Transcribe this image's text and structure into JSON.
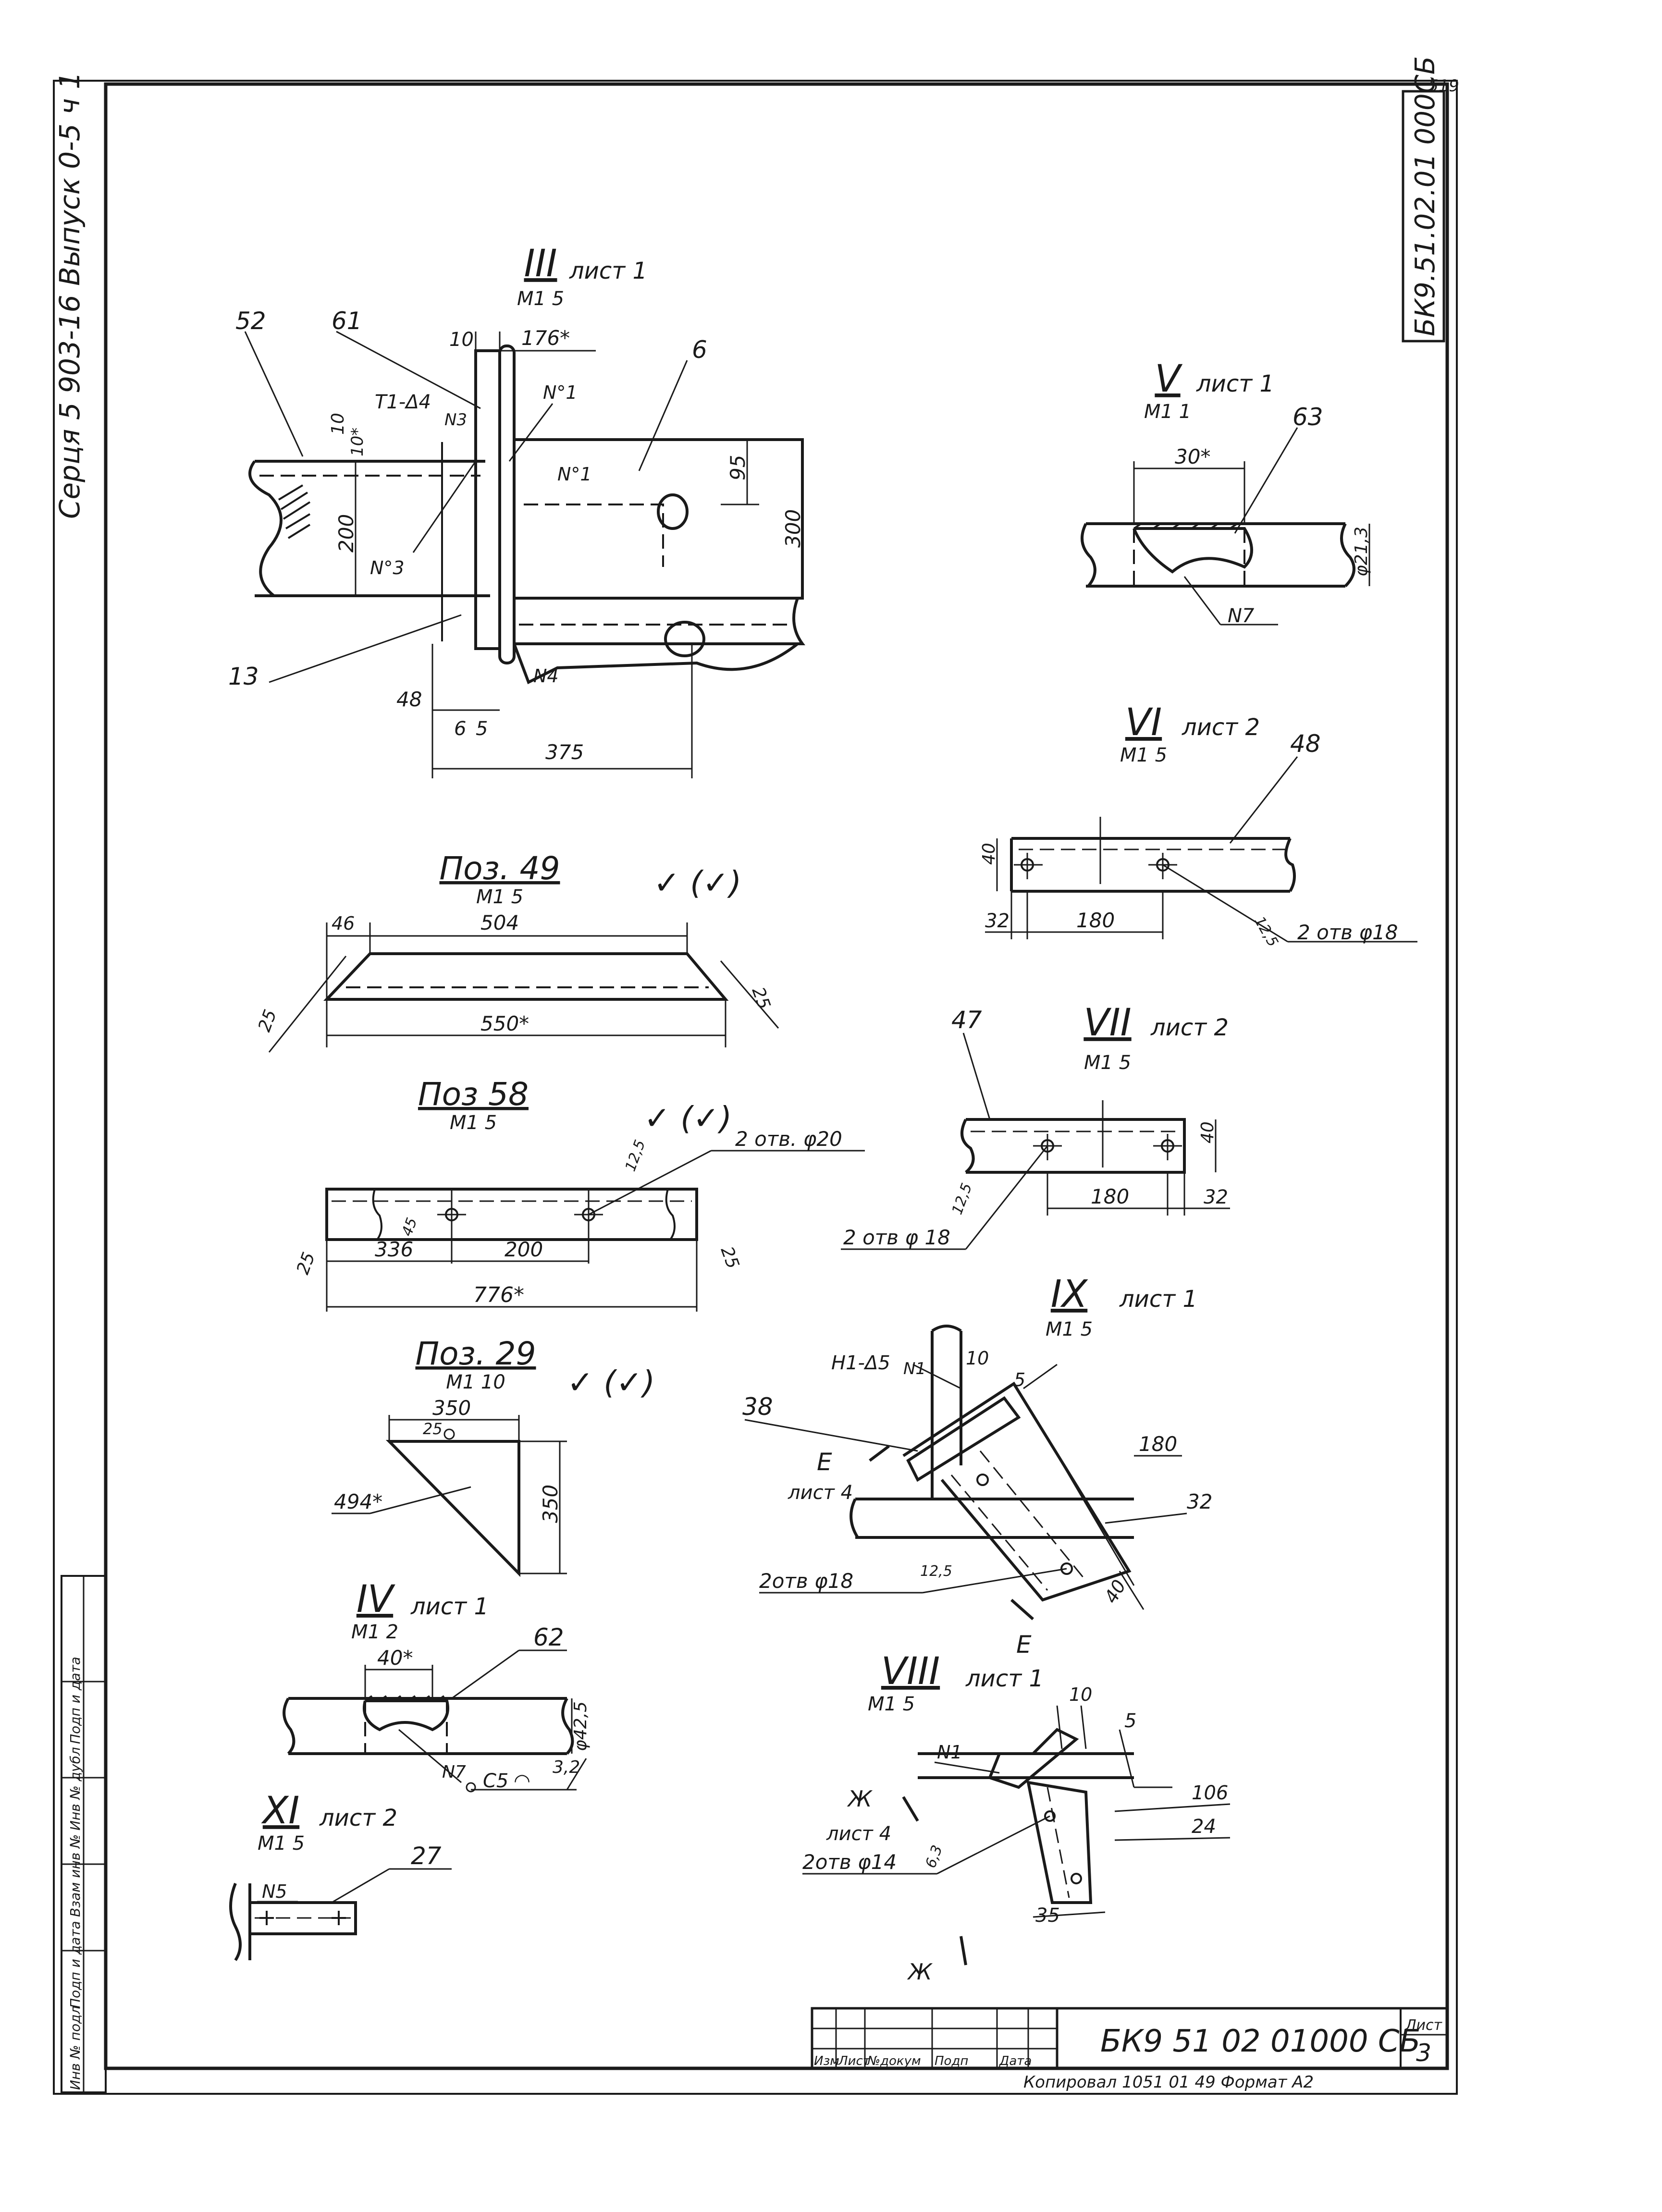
{
  "sheet": {
    "series_margin": "Серця 5 903-16   Выпуск 0-5 ч 1",
    "doc_code_vertical": "БК9.51.02.01 000СБ",
    "sheet_label": "Лист",
    "sheet_number": "3",
    "top_right_mark": "519",
    "title_code": "БК9 51 02 01000 СБ",
    "title_headers": [
      "Изм",
      "Лист",
      "№докум",
      "Подп",
      "Дата"
    ],
    "footer_line": "Копировал   1051 01  49   Формат А2",
    "left_stamp": [
      "Инв № подл",
      "Подп и дата",
      "Взам инв №",
      "Инв № дубл",
      "Подп и дата"
    ]
  },
  "views": {
    "v3": {
      "num": "III",
      "sheet": "лист 1",
      "scale": "М1 5",
      "labels": {
        "p52": "52",
        "p61": "61",
        "p6": "6",
        "p13": "13",
        "weld_t1": "Т1-Δ4",
        "n3a": "N3",
        "n1a": "N°1",
        "n1b": "N°1",
        "n3b": "N°3",
        "n4": "N4"
      },
      "dims": {
        "d10": "10",
        "d176": "176*",
        "d10v": "10",
        "d10s": "10*",
        "d95": "95",
        "d200": "200",
        "d300": "300",
        "d48": "48",
        "d6": "6",
        "d5": "5",
        "d375": "375"
      }
    },
    "v5": {
      "num": "V",
      "sheet": "лист 1",
      "scale": "М1 1",
      "labels": {
        "p63": "63",
        "n7": "N7"
      },
      "dims": {
        "d30": "30*",
        "d213": "φ21,3"
      }
    },
    "v6": {
      "num": "VI",
      "sheet": "лист 2",
      "scale": "М1 5",
      "labels": {
        "p48": "48",
        "holes": "2 отв φ18"
      },
      "dims": {
        "d40": "40",
        "d32": "32",
        "d180": "180",
        "d125": "12,5"
      }
    },
    "v7": {
      "num": "VII",
      "sheet": "лист 2",
      "scale": "М1 5",
      "labels": {
        "p47": "47",
        "holes": "2 отв φ 18"
      },
      "dims": {
        "d40": "40",
        "d180": "180",
        "d32": "32",
        "d125": "12,5"
      }
    },
    "v9": {
      "num": "IX",
      "sheet": "лист 1",
      "scale": "М1 5",
      "labels": {
        "weld": "Н1-Δ5",
        "n1": "N1",
        "p38": "38",
        "e1": "Е",
        "list4": "лист 4",
        "holes": "2отв φ18",
        "e2": "Е"
      },
      "dims": {
        "d10": "10",
        "d5": "5",
        "d180": "180",
        "d32": "32",
        "d125": "12,5",
        "d40": "40"
      }
    },
    "v8": {
      "num": "VIII",
      "sheet": "лист 1",
      "scale": "М1 5",
      "labels": {
        "n1": "N1",
        "zh1": "Ж",
        "list4": "лист 4",
        "holes": "2отв φ14",
        "zh2": "Ж"
      },
      "dims": {
        "d10": "10",
        "d5": "5",
        "d106": "106",
        "d24": "24",
        "d63": "6,3",
        "d35": "35"
      }
    },
    "v4": {
      "num": "IV",
      "sheet": "лист 1",
      "scale": "М1 2",
      "labels": {
        "p62": "62",
        "n7": "N7",
        "weld": "С5 ◠"
      },
      "dims": {
        "d40": "40*",
        "d425": "φ42,5",
        "d32": "3,2"
      }
    },
    "v11": {
      "num": "XI",
      "sheet": "лист 2",
      "scale": "М1 5",
      "labels": {
        "n5": "N5",
        "p27": "27"
      }
    }
  },
  "parts": {
    "p49": {
      "title": "Поз. 49",
      "scale": "М1 5",
      "rough": "✓ (✓)",
      "dims": {
        "d46": "46",
        "d504": "504",
        "d550": "550*",
        "d25a": "25",
        "d25b": "25"
      }
    },
    "p58": {
      "title": "Поз 58",
      "scale": "М1 5",
      "rough": "✓ (✓)",
      "holes": "2 отв. φ20",
      "dims": {
        "d125": "12,5",
        "d45": "45",
        "d336": "336",
        "d200": "200",
        "d776": "776*",
        "d25a": "25",
        "d25b": "25"
      }
    },
    "p29": {
      "title": "Поз. 29",
      "scale": "М1 10",
      "rough": "✓ (✓)",
      "dims": {
        "d350h": "350",
        "d25": "25",
        "d350v": "350",
        "d494": "494*"
      }
    }
  }
}
